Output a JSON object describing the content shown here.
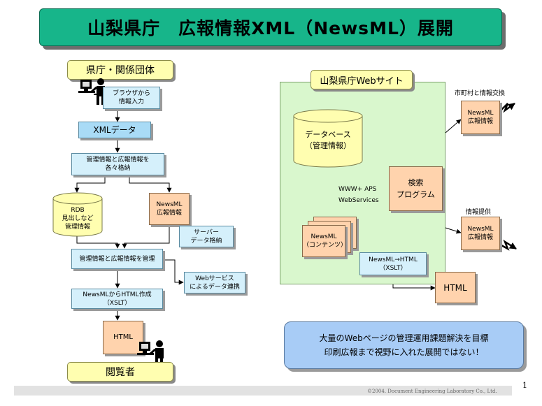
{
  "title": "山梨県庁　広報情報XML（NewsML）展開",
  "left": {
    "top_pill": "県庁・関係団体",
    "browser_input": [
      "ブラウザから",
      "情報入力"
    ],
    "xml_data": "XMLデータ",
    "store": [
      "管理情報と広報情報を",
      "各々格納"
    ],
    "rdb": [
      "RDB",
      "見出しなど",
      "管理情報"
    ],
    "newsml_doc": [
      "NewsML",
      "広報情報"
    ],
    "server_store": [
      "サーバー",
      "データ格納"
    ],
    "manage": "管理情報と広報情報を管理",
    "web_service": [
      "Webサービス",
      "によるデータ連携"
    ],
    "html_create": [
      "NewsMLからHTML作成",
      "（XSLT）"
    ],
    "html_doc": "HTML",
    "viewer_pill": "閲覧者"
  },
  "right": {
    "site_pill": "山梨県庁Webサイト",
    "database": [
      "データベース",
      "（管理情報）"
    ],
    "search": [
      "検索",
      "プログラム"
    ],
    "www_aps": "WWW+ APS",
    "webservices": "WebServices",
    "newsml_stack": [
      "NewsML",
      "（コンテンツ）"
    ],
    "xslt_box": [
      "NewsML→HTML",
      "（XSLT）"
    ],
    "html_doc": "HTML",
    "exchange_label": "市町村と情報交換",
    "exchange_doc": [
      "NewsML",
      "広報情報"
    ],
    "provide_label": "情報提供",
    "provide_doc": [
      "NewsML",
      "広報情報"
    ]
  },
  "goal": [
    "大量のWebページの管理運用課題解決を目標",
    "印刷広報まで視野に入れた展開ではない！"
  ],
  "copyright": "©2004. Document Engineering Laboratory Co., Ltd.",
  "page_number": "1"
}
